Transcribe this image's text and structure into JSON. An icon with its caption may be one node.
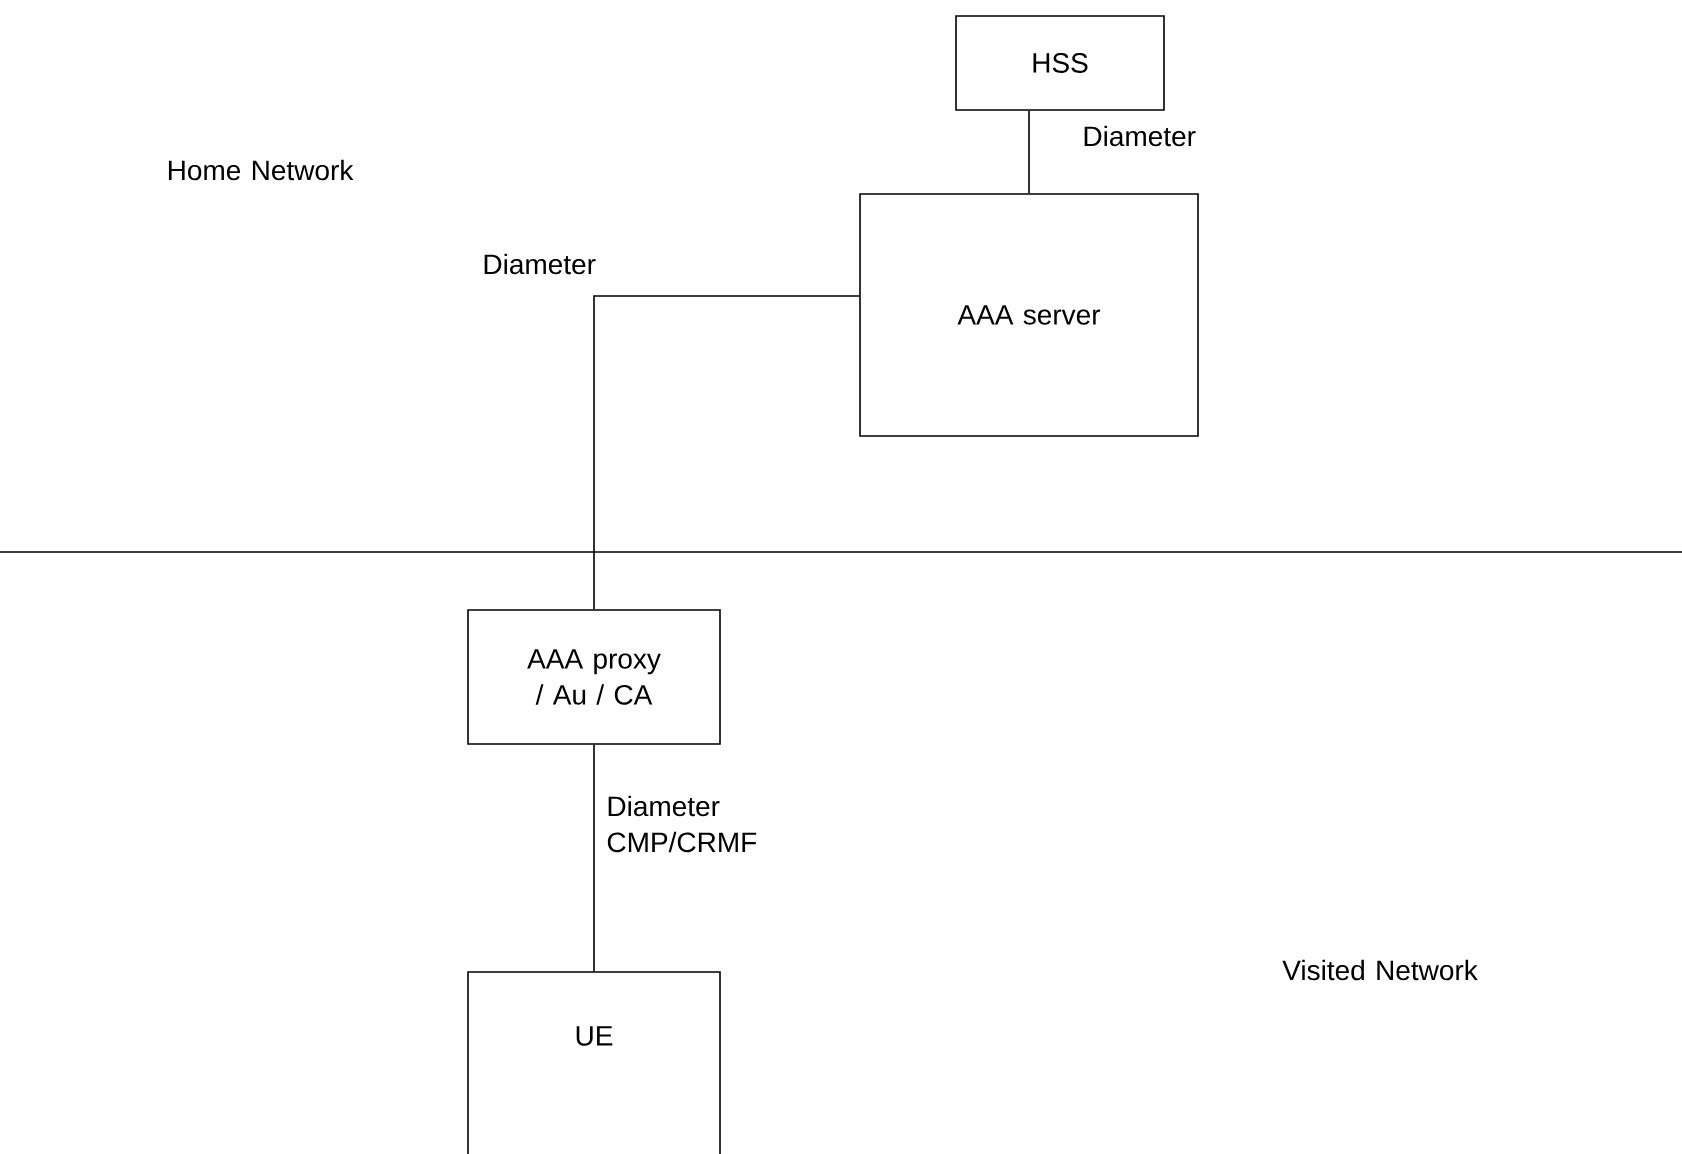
{
  "diagram": {
    "nodes": [
      {
        "text": [
          "HSS"
        ]
      },
      {
        "text": [
          "AAA server"
        ]
      },
      {
        "text": [
          "AAA proxy / Au / CA"
        ]
      },
      {
        "text": [
          "UE"
        ]
      }
    ],
    "edges": [
      {
        "from": 0,
        "to": 1,
        "arrow": "none",
        "label": "Diameter"
      },
      {
        "from": 1,
        "to": 2,
        "arrow": "none",
        "label": "Diameter"
      },
      {
        "from": 2,
        "to": 3,
        "arrow": "none",
        "label": "Diameter CMP/CRMF"
      }
    ],
    "labels": [
      "Home Network",
      "Visited Network"
    ]
  }
}
